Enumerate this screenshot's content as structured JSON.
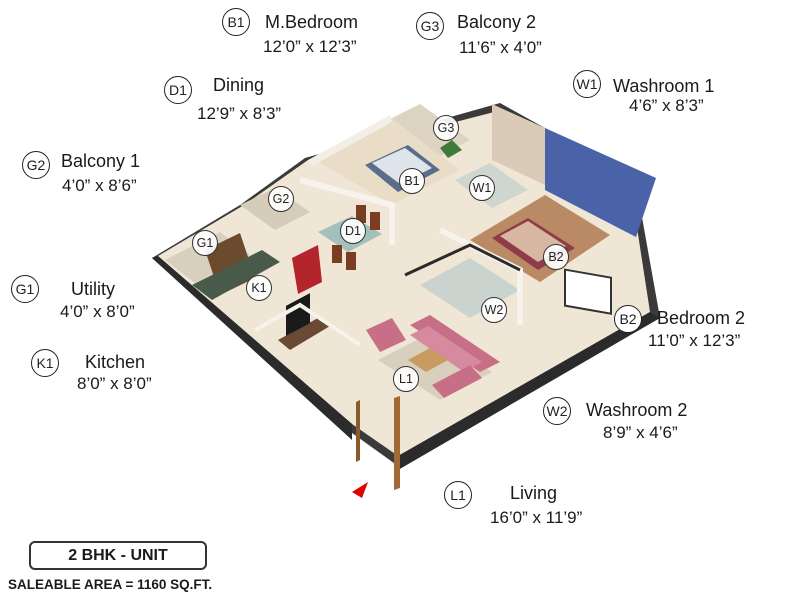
{
  "rooms": {
    "b1": {
      "code": "B1",
      "name": "M.Bedroom",
      "dim": "12’0” x 12’3”"
    },
    "g3": {
      "code": "G3",
      "name": "Balcony 2",
      "dim": "11’6” x 4’0”"
    },
    "d1": {
      "code": "D1",
      "name": "Dining",
      "dim": "12’9” x 8’3”"
    },
    "w1": {
      "code": "W1",
      "name": "Washroom 1",
      "dim": "4’6” x 8’3”"
    },
    "g2": {
      "code": "G2",
      "name": "Balcony 1",
      "dim": "4’0” x 8’6”"
    },
    "g1": {
      "code": "G1",
      "name": "Utility",
      "dim": "4’0” x 8’0”"
    },
    "b2": {
      "code": "B2",
      "name": "Bedroom 2",
      "dim": "11’0” x 12’3”"
    },
    "k1": {
      "code": "K1",
      "name": "Kitchen",
      "dim": "8’0” x 8’0”"
    },
    "w2": {
      "code": "W2",
      "name": "Washroom 2",
      "dim": "8’9” x 4’6”"
    },
    "l1": {
      "code": "L1",
      "name": "Living",
      "dim": "16’0” x 11’9”"
    }
  },
  "unit": {
    "type": "2 BHK - UNIT",
    "area": "SALEABLE AREA = 1160 SQ.FT."
  },
  "colors": {
    "wall_dark": "#2f2f2f",
    "floor": "#efe6d6",
    "accent_blue": "#4a63a8",
    "sofa": "#c76f86",
    "entry_arrow": "#e00000"
  },
  "icons": {
    "entry": "entry-arrow-icon"
  }
}
